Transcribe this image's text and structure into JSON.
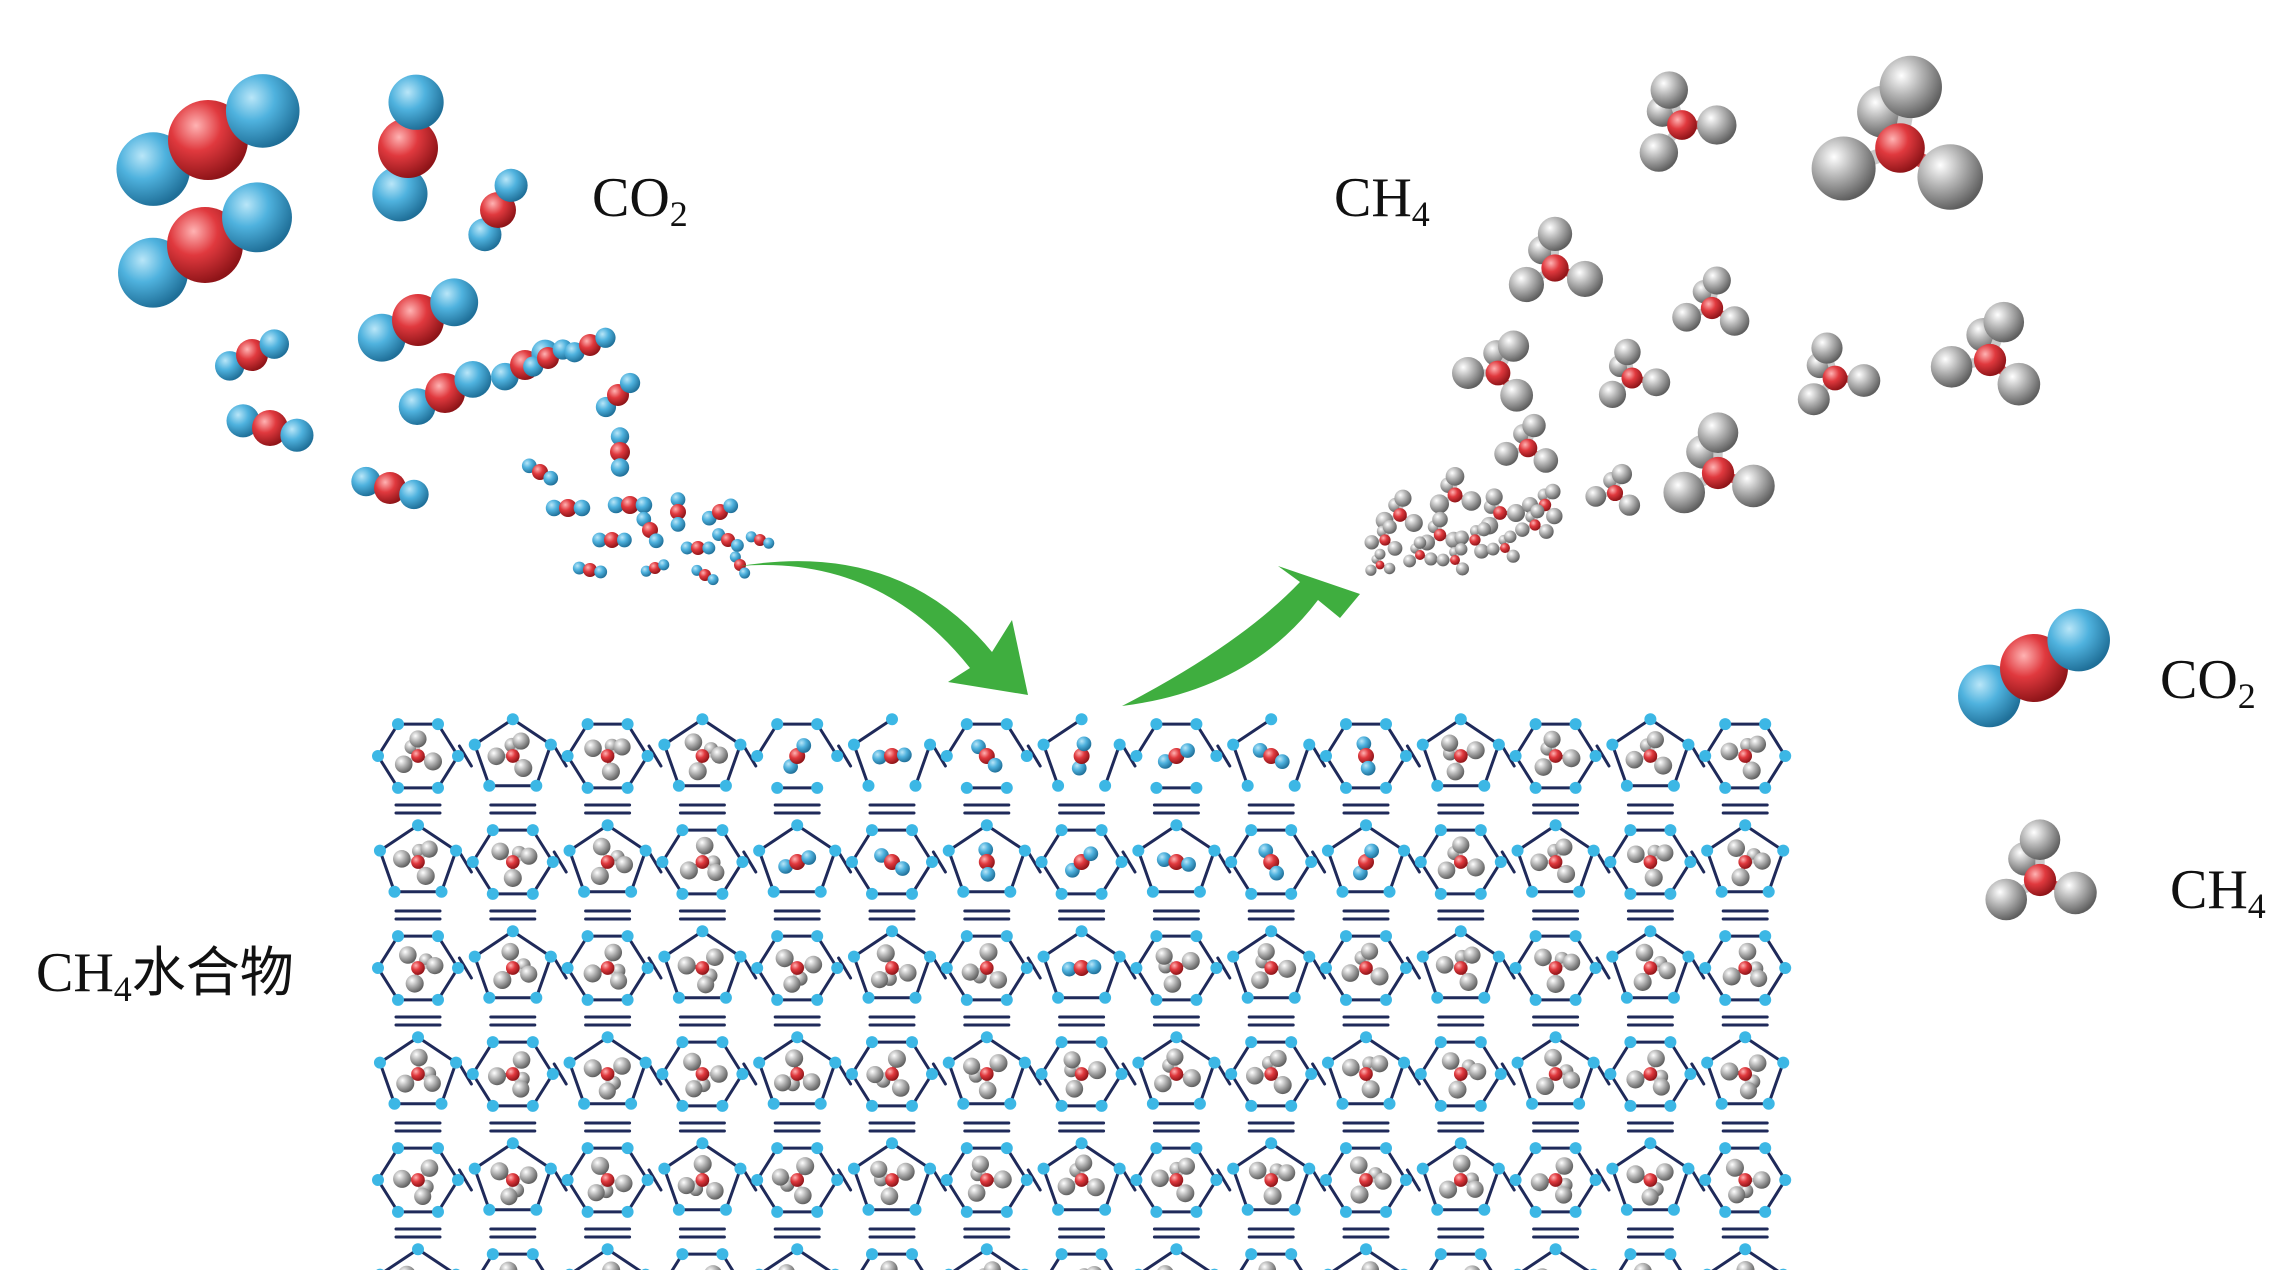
{
  "labels": {
    "co2_stream": {
      "prefix": "CO",
      "sub": "2",
      "suffix": ""
    },
    "ch4_stream": {
      "prefix": "CH",
      "sub": "4",
      "suffix": ""
    },
    "hydrate": {
      "prefix": "CH",
      "sub": "4",
      "suffix": "水合物"
    },
    "legend_co2": {
      "prefix": "CO",
      "sub": "2",
      "suffix": ""
    },
    "legend_ch4": {
      "prefix": "CH",
      "sub": "4",
      "suffix": ""
    }
  },
  "colors": {
    "oxygen_blue": "#4fb2de",
    "carbon_red": "#e0393e",
    "hydrogen_gray": "#a9a9a9",
    "lattice_line": "#1f2a5a",
    "lattice_node": "#3cb7e5",
    "arrow_green": "#3fae3f"
  },
  "icons": {
    "co2_molecule": "co2-molecule-icon",
    "ch4_molecule": "ch4-molecule-icon",
    "arrow_in": "curved-arrow-down-icon",
    "arrow_out": "curved-arrow-up-icon",
    "hydrate_cage": "hydrate-cage-icon"
  }
}
